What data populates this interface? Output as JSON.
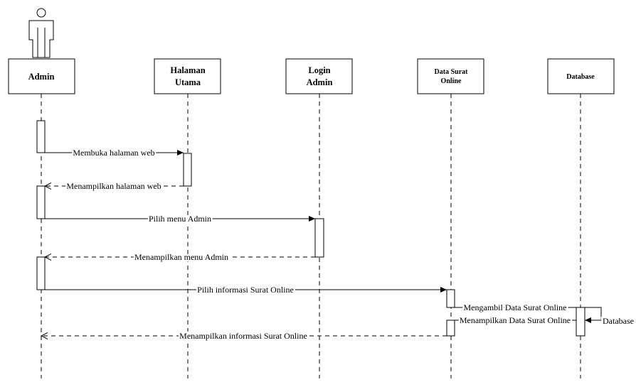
{
  "participants": {
    "admin": "Admin",
    "halaman_utama": [
      "Halaman",
      "Utama"
    ],
    "login_admin": [
      "Login",
      "Admin"
    ],
    "data_surat_online": [
      "Data Surat",
      "Online"
    ],
    "database": "Database"
  },
  "messages": {
    "m1": "Membuka halaman web",
    "m2": "Menampilkan halaman web",
    "m3": "Pilih menu Admin",
    "m4": "Menampilkan menu Admin",
    "m5": "Pilih informasi Surat Online",
    "m6": "Mengambil Data Surat Online",
    "m7": "Database",
    "m8": "Menampilkan Data Surat Online",
    "m9": "Menampilkan informasi Surat Online"
  }
}
